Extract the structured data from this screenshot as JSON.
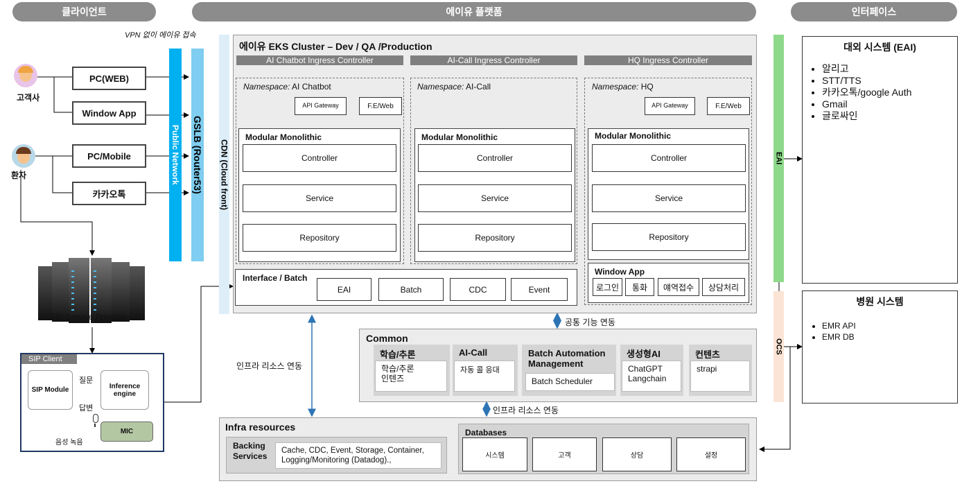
{
  "headers": {
    "client": "클라이언트",
    "platform": "에이유 플랫폼",
    "interface": "인터페이스"
  },
  "client": {
    "vpn_note": "VPN 없이 에이유 접속",
    "customer": "고객사",
    "patient": "환자",
    "pc_web": "PC(WEB)",
    "window_app": "Window App",
    "pc_mobile": "PC/Mobile",
    "kakaotalk": "카카오톡",
    "sip_provider": "SIP Service Provider",
    "sip_client": {
      "title": "SIP Client",
      "module": "SIP Module",
      "inference": "Inference engine",
      "question": "질문",
      "answer": "답변",
      "mic": "MIC",
      "voice_recording": "음성 녹음"
    }
  },
  "network": {
    "public": "Public Network",
    "gslb": "GSLB (Router53)",
    "cdn": "CDN (Cloud front)"
  },
  "cluster": {
    "title": "에이유 EKS Cluster – Dev / QA /Production",
    "ingress": [
      "AI Chatbot Ingress Controller",
      "AI-Call Ingress Controller",
      "HQ Ingress Controller"
    ],
    "namespace_prefix": "Namespace:",
    "namespaces": [
      {
        "name": "AI Chatbot",
        "api_gateway": "API Gateway",
        "fe": "F.E/Web",
        "monolith": "Modular Monolithic",
        "layers": [
          "Controller",
          "Service",
          "Repository"
        ]
      },
      {
        "name": "AI-Call",
        "monolith": "Modular Monolithic",
        "layers": [
          "Controller",
          "Service",
          "Repository"
        ]
      },
      {
        "name": "HQ",
        "api_gateway": "API Gateway",
        "fe": "F.E/Web",
        "monolith": "Modular Monolithic",
        "layers": [
          "Controller",
          "Service",
          "Repository"
        ]
      }
    ],
    "window_app": {
      "title": "Window App",
      "items": [
        "로그인",
        "통화",
        "얘역접수",
        "상담처리"
      ]
    },
    "interface_batch": {
      "title": "Interface / Batch",
      "items": [
        "EAI",
        "Batch",
        "CDC",
        "Event"
      ]
    }
  },
  "links": {
    "common_link": "공통 기능 연동",
    "infra_link_left": "인프라 리소스 연동",
    "infra_link_bottom": "인프라 리소스 연동"
  },
  "common": {
    "title": "Common",
    "cols": [
      {
        "title": "학습/추론",
        "body": "학습/추론\n인텐즈"
      },
      {
        "title": "AI-Call",
        "body": "자동 콜 응대"
      },
      {
        "title": "Batch Automation Management",
        "body": "Batch Scheduler"
      },
      {
        "title": "생성형AI",
        "body": "ChatGPT\nLangchain"
      },
      {
        "title": "컨텐츠",
        "body": "strapi"
      }
    ]
  },
  "infra": {
    "title": "Infra resources",
    "backing": "Backing Services",
    "backing_desc": "Cache, CDC, Event, Storage, Container, Logging/Monitoring (Datadog).,",
    "databases": "Databases",
    "dbs": [
      "시스템",
      "고객",
      "상담",
      "설정"
    ]
  },
  "interface": {
    "eai_bar": "EAI",
    "ocs_bar": "OCS",
    "external": {
      "title": "대외 시스템 (EAI)",
      "items": [
        "알리고",
        "STT/TTS",
        "카카오톡/google Auth",
        "Gmail",
        "글로싸인"
      ]
    },
    "hospital": {
      "title": "병원 시스템",
      "items": [
        "EMR API",
        "EMR DB"
      ]
    }
  },
  "colors": {
    "pill": "#8c8c8c",
    "public_network": "#00b0f0",
    "gslb": "#7fcdf0",
    "cdn": "#ddeef9",
    "eai_bar": "#8ed98a",
    "ocs_bar": "#fbe4d5",
    "arrow_blue": "#2e75b6"
  }
}
